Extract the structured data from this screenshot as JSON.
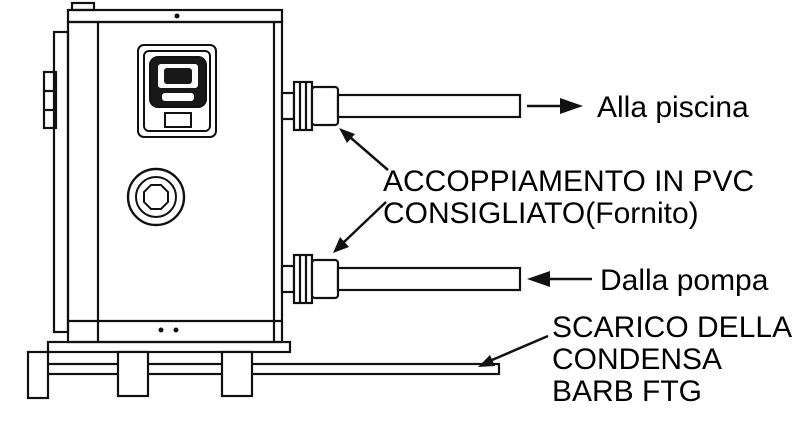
{
  "diagram": {
    "type": "installation-diagram",
    "subject": "pool heat pump plumbing connections (side view)",
    "labels": {
      "to_pool": "Alla piscina",
      "coupling_line1": "ACCOPPIAMENTO IN PVC",
      "coupling_line2": "CONSIGLIATO(Fornito)",
      "from_pump": "Dalla pompa",
      "drain_line1": "SCARICO DELLA",
      "drain_line2": "CONDENSA",
      "drain_line3": "BARB FTG"
    },
    "colors": {
      "line": "#111111",
      "background": "#ffffff",
      "text": "#000000"
    },
    "icons": [
      "arrow-right-icon",
      "arrow-left-icon",
      "arrow-up-left-icon",
      "arrow-down-left-icon",
      "arrow-drain-icon"
    ]
  }
}
